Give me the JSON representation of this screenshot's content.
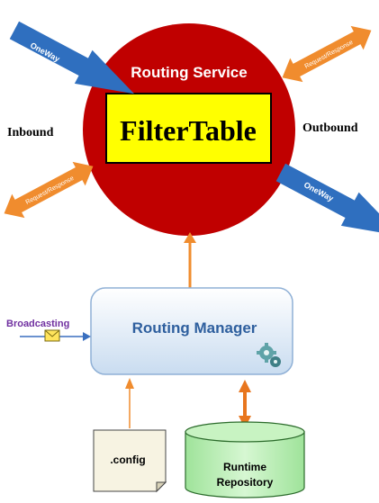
{
  "service": {
    "title": "Routing Service",
    "table": "FilterTable"
  },
  "sides": {
    "inbound": "Inbound",
    "outbound": "Outbound"
  },
  "arrows": {
    "oneway_in": "OneWay",
    "oneway_out": "OneWay",
    "reqresp_in": "Request/Response",
    "reqresp_out": "Request/Response"
  },
  "manager": {
    "title": "Routing Manager"
  },
  "broadcasting": {
    "label": "Broadcasting"
  },
  "config": {
    "label": ".config"
  },
  "repository": {
    "line1": "Runtime",
    "line2": "Repository"
  },
  "colors": {
    "circle": "#c00000",
    "filter_table": "#ffff00",
    "blue_arrow": "#2f6fbf",
    "orange_arrow": "#f08c2e",
    "manager_text": "#2e5f9e",
    "broadcast_text": "#7030a0",
    "repository_fill": "#b8f0b0"
  }
}
